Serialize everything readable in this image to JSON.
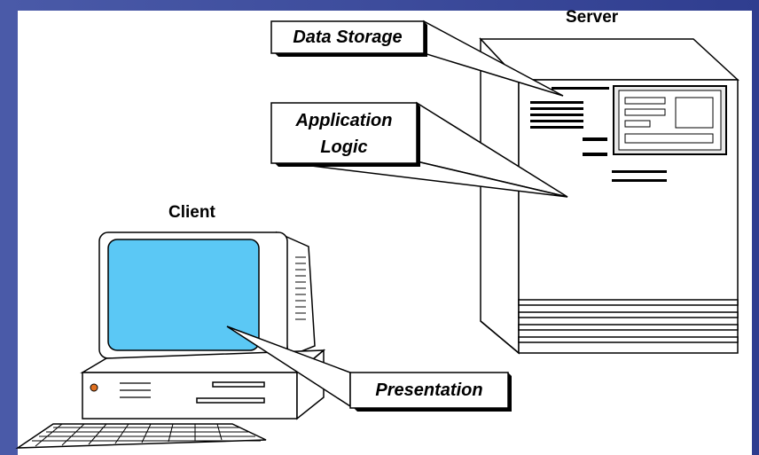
{
  "labels": {
    "server": "Server",
    "client": "Client",
    "data_storage": "Data Storage",
    "application_logic_line1": "Application",
    "application_logic_line2": "Logic",
    "presentation": "Presentation"
  },
  "colors": {
    "background": "#3d4c9c",
    "panel": "#ffffff",
    "screen": "#5bc8f5",
    "outline": "#000000"
  }
}
